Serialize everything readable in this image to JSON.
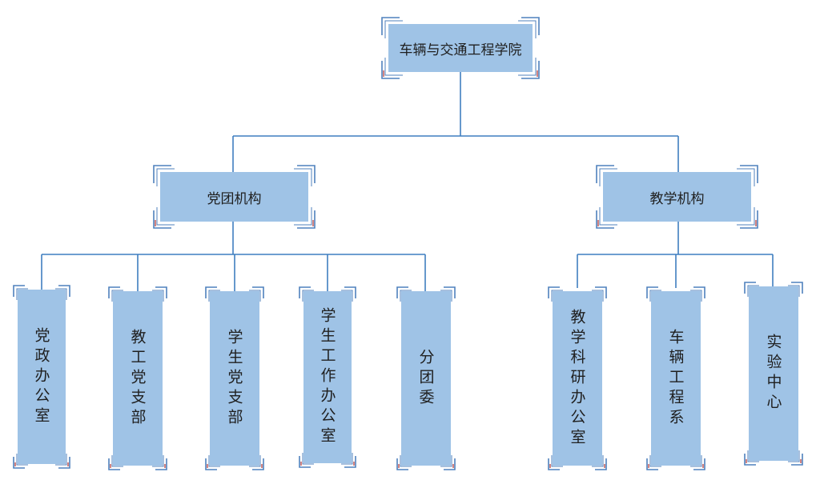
{
  "colors": {
    "box_fill": "#9fc3e6",
    "connector": "#3f7fc0",
    "corner_blue": "#4f81bd",
    "corner_red": "#c0504d",
    "text": "#1f1f1f"
  },
  "org_chart": {
    "root": {
      "label": "车辆与交通工程学院"
    },
    "branches": [
      {
        "label": "党团机构",
        "children": [
          "党政办公室",
          "教工党支部",
          "学生党支部",
          "学生工作办公室",
          "分团委"
        ]
      },
      {
        "label": "教学机构",
        "children": [
          "教学科研办公室",
          "车辆工程系",
          "实验中心"
        ]
      }
    ]
  }
}
